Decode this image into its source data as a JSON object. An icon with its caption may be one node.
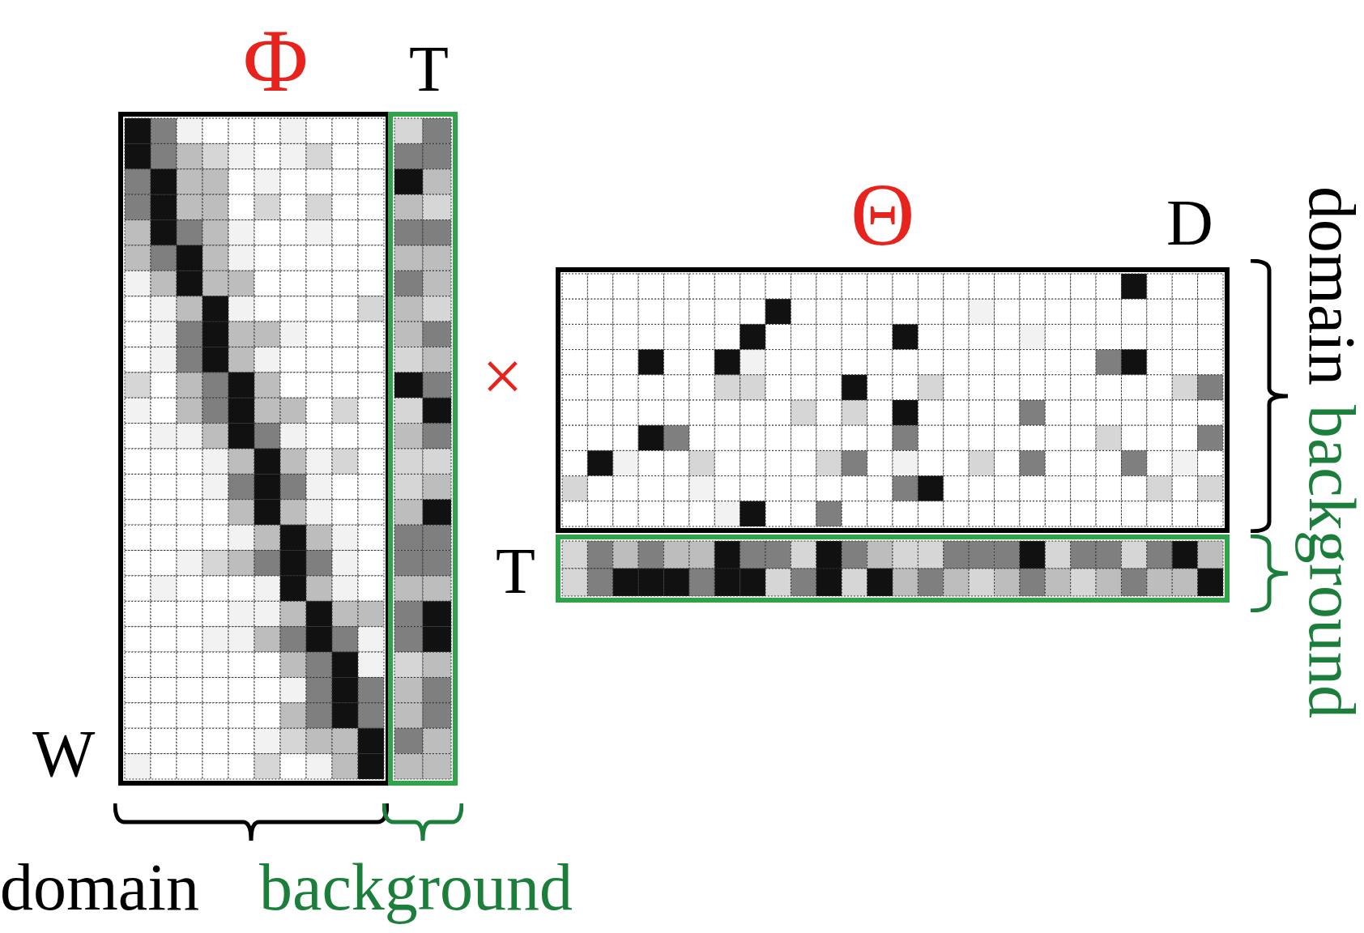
{
  "diagram": {
    "labels": [
      "Φ",
      "T",
      "Θ",
      "D",
      "domain",
      "background",
      "×",
      "T",
      "W",
      "domain",
      "background"
    ]
  }
}
